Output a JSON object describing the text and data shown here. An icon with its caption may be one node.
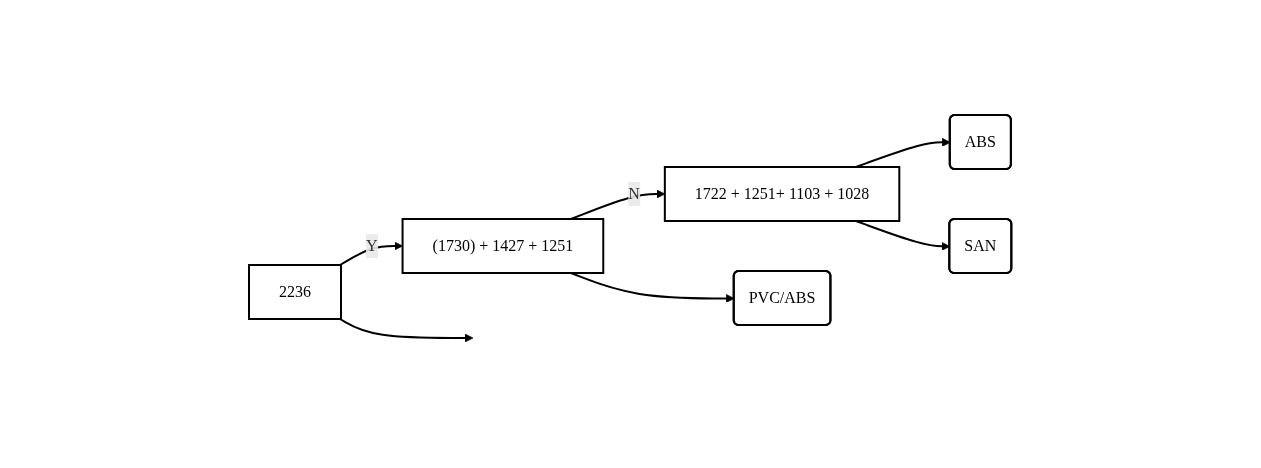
{
  "diagram": {
    "nodes": [
      {
        "text": [
          "2236"
        ]
      },
      {
        "text": [
          "(1730) + 1427 + 1251"
        ]
      },
      {
        "text": [
          "1722 + 1251+ 1103 + 1028"
        ]
      },
      {
        "text": [
          "PVC/ABS"
        ]
      },
      {
        "text": [
          "ABS"
        ]
      },
      {
        "text": [
          "SAN"
        ]
      }
    ],
    "edges": [
      {
        "from": 0,
        "to": 1,
        "arrow": "to",
        "label": "Y"
      },
      {
        "from": 1,
        "to": 2,
        "arrow": "to",
        "label": "N"
      },
      {
        "from": 1,
        "to": 3,
        "arrow": "to"
      },
      {
        "from": 2,
        "to": 4,
        "arrow": "to"
      },
      {
        "from": 2,
        "to": 5,
        "arrow": "to"
      },
      {
        "from": 0,
        "to": null,
        "arrow": "to"
      }
    ]
  }
}
